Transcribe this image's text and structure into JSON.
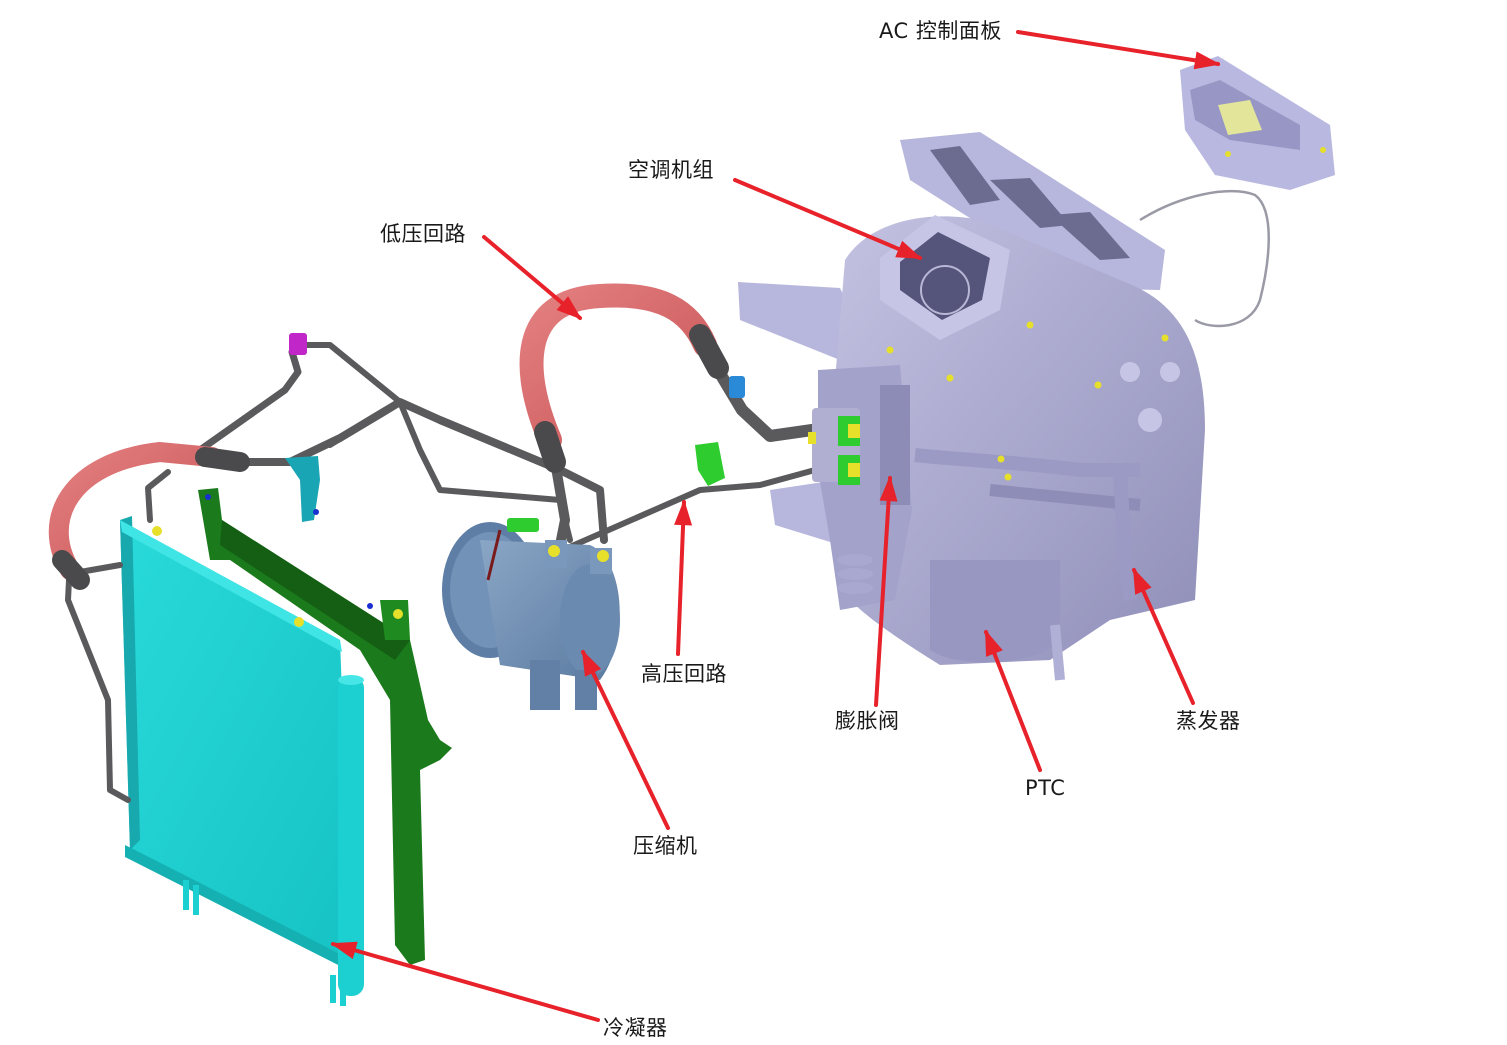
{
  "diagram": {
    "subject": "Automotive air-conditioning system component layout",
    "colors": {
      "arrow": "#e8222a",
      "condenser": "#1fd3d3",
      "condenser_shadow": "#17a9ad",
      "radiator_frame": "#1b7a1b",
      "low_pressure_hose": "#d9686a",
      "pipe": "#5a5a5c",
      "compressor": "#6f8fb3",
      "hvac_unit": "#a9a8d0",
      "hvac_shadow": "#8786b0",
      "connector_green": "#2fcc2f",
      "connector_blue": "#2a8ad8",
      "connector_magenta": "#c026c8",
      "fastener_yellow": "#e6e02a",
      "control_panel_plug": "#e3e69a"
    },
    "labels": {
      "ac_control_panel": "AC 控制面板",
      "hvac_unit": "空调机组",
      "low_pressure_line": "低压回路",
      "high_pressure_line": "高压回路",
      "expansion_valve": "膨胀阀",
      "ptc_heater": "PTC",
      "evaporator": "蒸发器",
      "compressor": "压缩机",
      "condenser": "冷凝器"
    }
  }
}
